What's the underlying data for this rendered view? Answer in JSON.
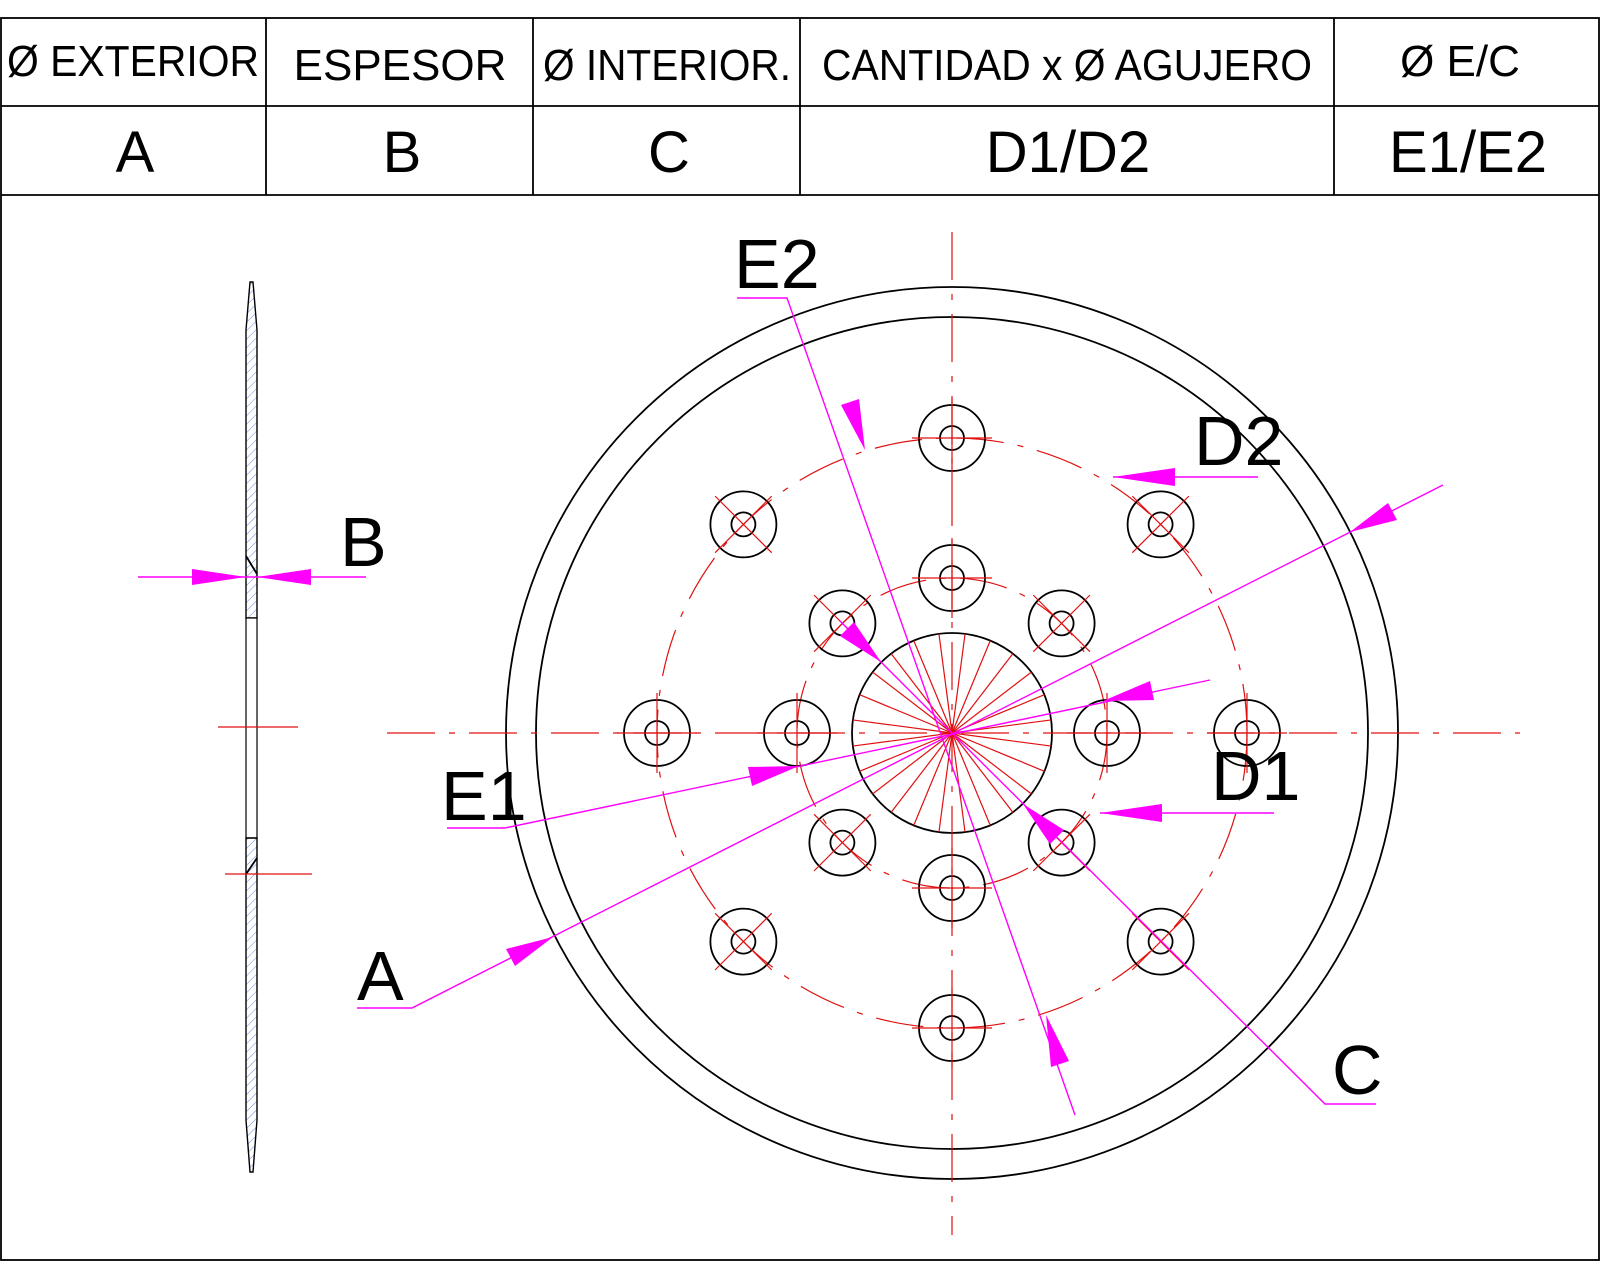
{
  "table": {
    "headers": [
      "Ø EXTERIOR",
      "ESPESOR",
      "Ø INTERIOR.",
      "CANTIDAD x Ø AGUJERO",
      "Ø E/C"
    ],
    "values": [
      "A",
      "B",
      "C",
      "D1/D2",
      "E1/E2"
    ]
  },
  "labels": {
    "a": "A",
    "b": "B",
    "c": "C",
    "d1": "D1",
    "d2": "D2",
    "e1": "E1",
    "e2": "E2"
  },
  "colors": {
    "outline": "#000000",
    "centerlines": "#e01010",
    "dimensions": "#ff00ff",
    "hatch": "#4a6ad8"
  }
}
